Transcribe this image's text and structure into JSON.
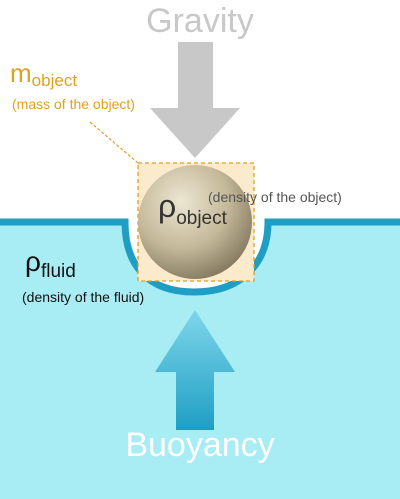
{
  "labels": {
    "gravity": "Gravity",
    "buoyancy": "Buoyancy",
    "mass_symbol": "m",
    "mass_subscript": "object",
    "mass_description": "(mass of the object)",
    "object_density_symbol": "ρ",
    "object_density_subscript": "object",
    "object_density_description": "(density of the object)",
    "fluid_density_symbol": "ρ",
    "fluid_density_subscript": "fluid",
    "fluid_density_description": "(density of the fluid)"
  },
  "colors": {
    "fluid": "#a8ecf4",
    "fluid_surface": "#1e9ec4",
    "gravity_arrow": "#c8c8c8",
    "buoyancy_arrow": "#3bb4d6",
    "mass_annotation": "#e0a020",
    "object_box": "#fbebcc",
    "object_sphere": "#b9ad8e"
  },
  "icons": {
    "gravity": "down-arrow-icon",
    "buoyancy": "up-arrow-icon"
  }
}
